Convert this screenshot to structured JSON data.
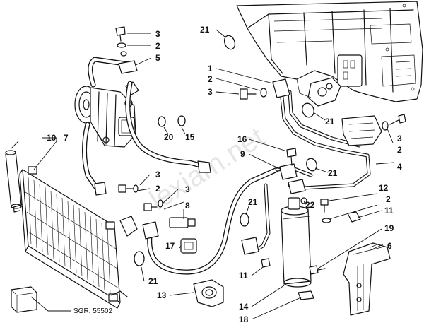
{
  "reference_code": "SGR. 55502",
  "watermark": "lexiam.net",
  "callouts": [
    {
      "id": "c21a",
      "label": "21"
    },
    {
      "id": "c3a",
      "label": "3"
    },
    {
      "id": "c2a",
      "label": "2"
    },
    {
      "id": "c5",
      "label": "5"
    },
    {
      "id": "c1",
      "label": "1"
    },
    {
      "id": "c2b",
      "label": "2"
    },
    {
      "id": "c3b",
      "label": "3"
    },
    {
      "id": "c21b",
      "label": "21"
    },
    {
      "id": "c20",
      "label": "20"
    },
    {
      "id": "c15",
      "label": "15"
    },
    {
      "id": "c10",
      "label": "10"
    },
    {
      "id": "c7",
      "label": "7"
    },
    {
      "id": "c16",
      "label": "16"
    },
    {
      "id": "c9",
      "label": "9"
    },
    {
      "id": "c21c",
      "label": "21"
    },
    {
      "id": "c3c",
      "label": "3"
    },
    {
      "id": "c2c",
      "label": "2"
    },
    {
      "id": "c3d",
      "label": "3"
    },
    {
      "id": "c8",
      "label": "8"
    },
    {
      "id": "c3e",
      "label": "3"
    },
    {
      "id": "c2d",
      "label": "2"
    },
    {
      "id": "c4",
      "label": "4"
    },
    {
      "id": "c12",
      "label": "12"
    },
    {
      "id": "c2e",
      "label": "2"
    },
    {
      "id": "c22",
      "label": "22"
    },
    {
      "id": "c21d",
      "label": "21"
    },
    {
      "id": "c11a",
      "label": "11"
    },
    {
      "id": "c19",
      "label": "19"
    },
    {
      "id": "c17",
      "label": "17"
    },
    {
      "id": "c6",
      "label": "6"
    },
    {
      "id": "c11b",
      "label": "11"
    },
    {
      "id": "c21e",
      "label": "21"
    },
    {
      "id": "c13",
      "label": "13"
    },
    {
      "id": "c14",
      "label": "14"
    },
    {
      "id": "c18",
      "label": "18"
    }
  ]
}
